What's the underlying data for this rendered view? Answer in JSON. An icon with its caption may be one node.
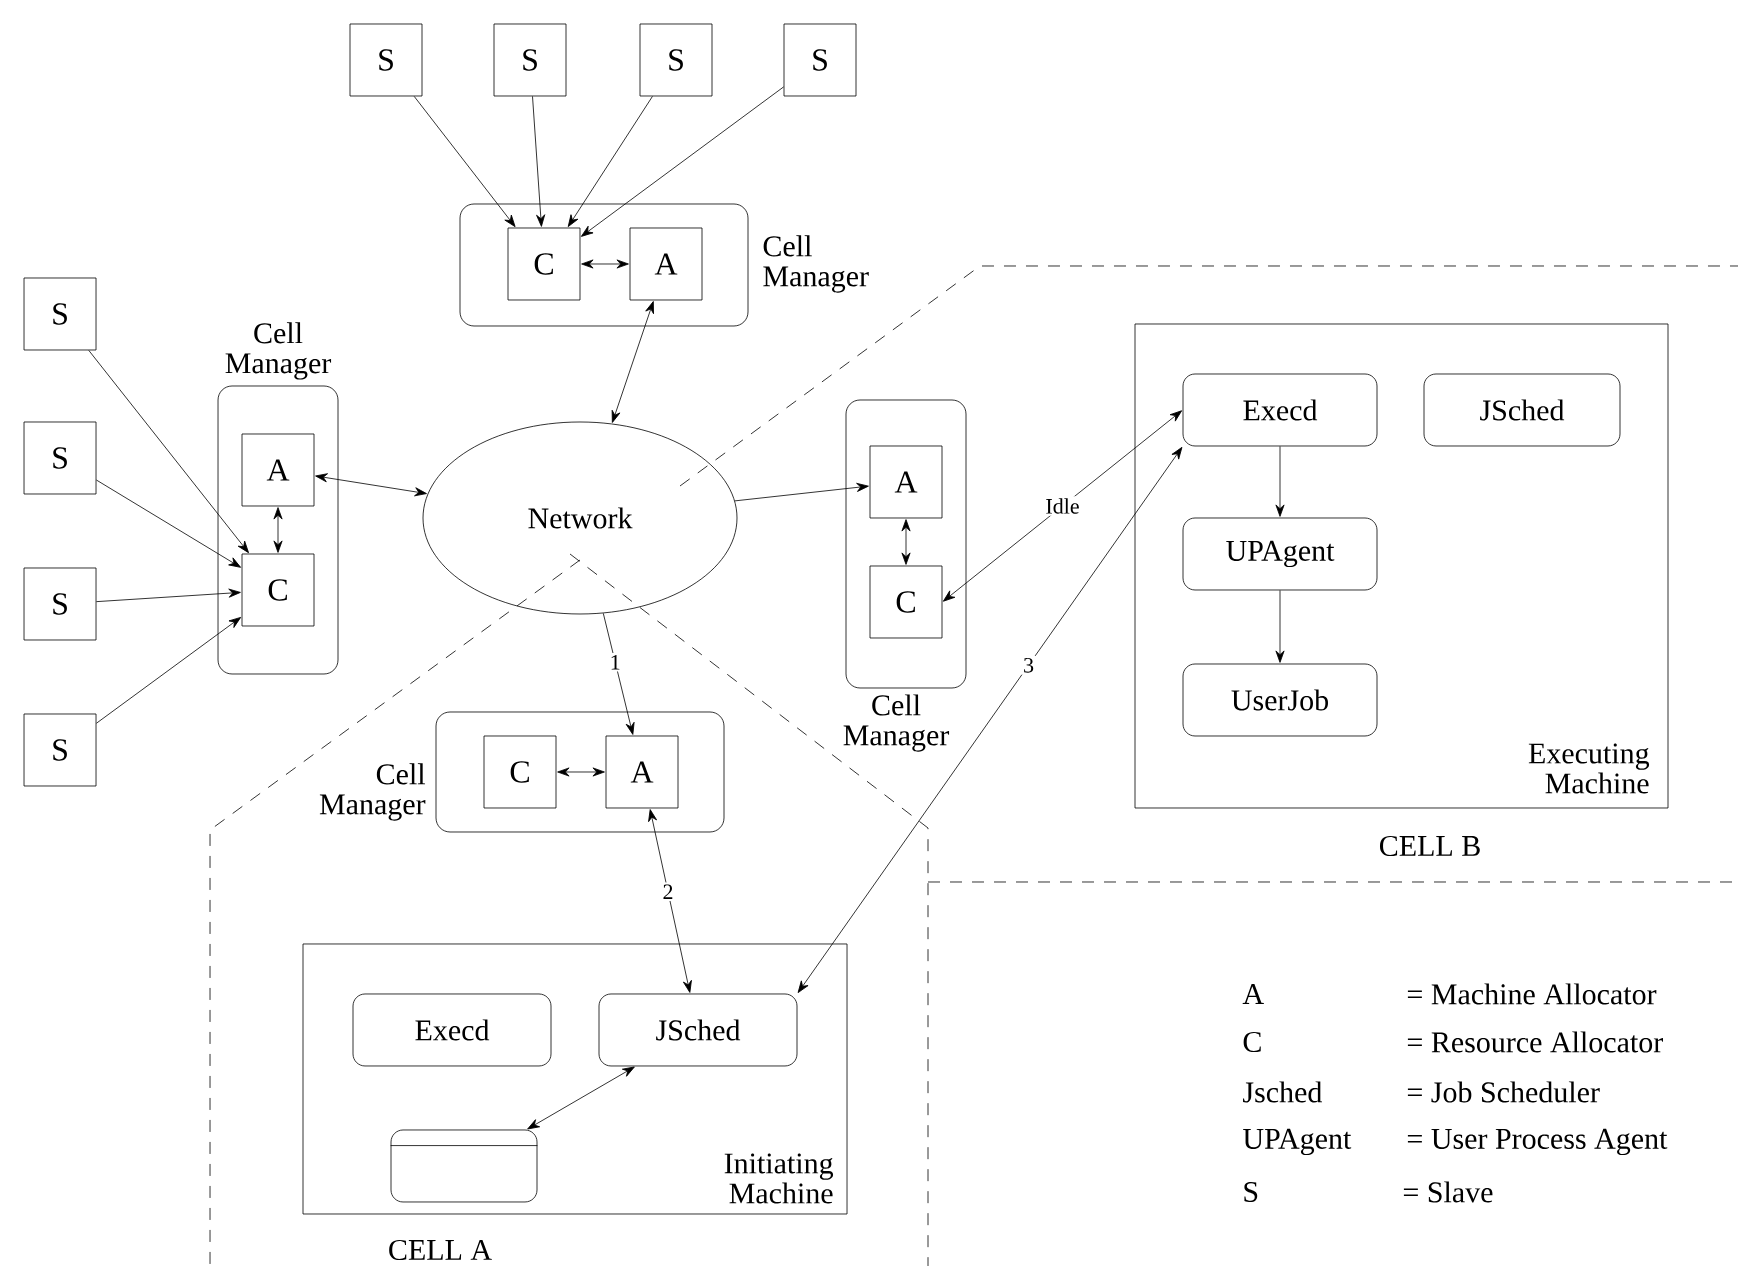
{
  "diagram": {
    "nodes": [
      {
        "text": [
          "S"
        ]
      },
      {
        "text": [
          "S"
        ]
      },
      {
        "text": [
          "S"
        ]
      },
      {
        "text": [
          "S"
        ]
      },
      {
        "text": [
          "Cell Manager"
        ]
      },
      {
        "text": [
          "C"
        ],
        "in": 4
      },
      {
        "text": [
          "A"
        ],
        "in": 4
      },
      {
        "text": [
          "S"
        ]
      },
      {
        "text": [
          "S"
        ]
      },
      {
        "text": [
          "S"
        ]
      },
      {
        "text": [
          "S"
        ]
      },
      {
        "text": [
          "Cell Manager"
        ]
      },
      {
        "text": [
          "A"
        ],
        "in": 11
      },
      {
        "text": [
          "C"
        ],
        "in": 11
      },
      {
        "text": [
          "Network"
        ]
      },
      {
        "text": [
          "Cell Manager"
        ]
      },
      {
        "text": [
          "A"
        ],
        "in": 15
      },
      {
        "text": [
          "C"
        ],
        "in": 15
      },
      {
        "text": [
          "Cell Manager"
        ]
      },
      {
        "text": [
          "C"
        ],
        "in": 18
      },
      {
        "text": [
          "A"
        ],
        "in": 18
      },
      {
        "text": [
          "Executing Machine"
        ]
      },
      {
        "text": [
          "Execd"
        ],
        "in": 21
      },
      {
        "text": [
          "JSched"
        ],
        "in": 21
      },
      {
        "text": [
          "UPAgent"
        ],
        "in": 21
      },
      {
        "text": [
          "UserJob"
        ],
        "in": 21
      },
      {
        "text": [
          "Initiating Machine"
        ]
      },
      {
        "text": [
          "Execd"
        ],
        "in": 26
      },
      {
        "text": [
          "JSched"
        ],
        "in": 26
      },
      {
        "text": [],
        "shape": "cylinder",
        "in": 26
      }
    ],
    "edges": [
      {
        "from": 0,
        "to": 5,
        "arrow": "to"
      },
      {
        "from": 1,
        "to": 5,
        "arrow": "to"
      },
      {
        "from": 2,
        "to": 5,
        "arrow": "to"
      },
      {
        "from": 3,
        "to": 5,
        "arrow": "to"
      },
      {
        "from": 5,
        "to": 6,
        "arrow": "both"
      },
      {
        "from": 6,
        "to": 14,
        "arrow": "both"
      },
      {
        "from": 7,
        "to": 13,
        "arrow": "to"
      },
      {
        "from": 8,
        "to": 13,
        "arrow": "to"
      },
      {
        "from": 9,
        "to": 13,
        "arrow": "to"
      },
      {
        "from": 10,
        "to": 13,
        "arrow": "to"
      },
      {
        "from": 12,
        "to": 13,
        "arrow": "both"
      },
      {
        "from": 12,
        "to": 14,
        "arrow": "both"
      },
      {
        "from": 14,
        "to": 16,
        "arrow": "to"
      },
      {
        "from": 16,
        "to": 17,
        "arrow": "both"
      },
      {
        "from": 17,
        "to": 22,
        "arrow": "both",
        "label": "Idle"
      },
      {
        "from": 14,
        "to": 20,
        "arrow": "to",
        "label": "1"
      },
      {
        "from": 19,
        "to": 20,
        "arrow": "both"
      },
      {
        "from": 20,
        "to": 28,
        "arrow": "both",
        "label": "2"
      },
      {
        "from": 28,
        "to": 22,
        "arrow": "both",
        "label": "3"
      },
      {
        "from": 22,
        "to": 24,
        "arrow": "to"
      },
      {
        "from": 24,
        "to": 25,
        "arrow": "to"
      },
      {
        "from": 28,
        "to": 29,
        "arrow": "both"
      }
    ],
    "labels": [
      "CELL B",
      "A",
      "= Machine Allocator",
      "C",
      "= Resource Allocator",
      "Jsched",
      "= Job Scheduler",
      "UPAgent",
      "= User Process Agent",
      "S",
      "= Slave",
      "CELL A"
    ]
  }
}
